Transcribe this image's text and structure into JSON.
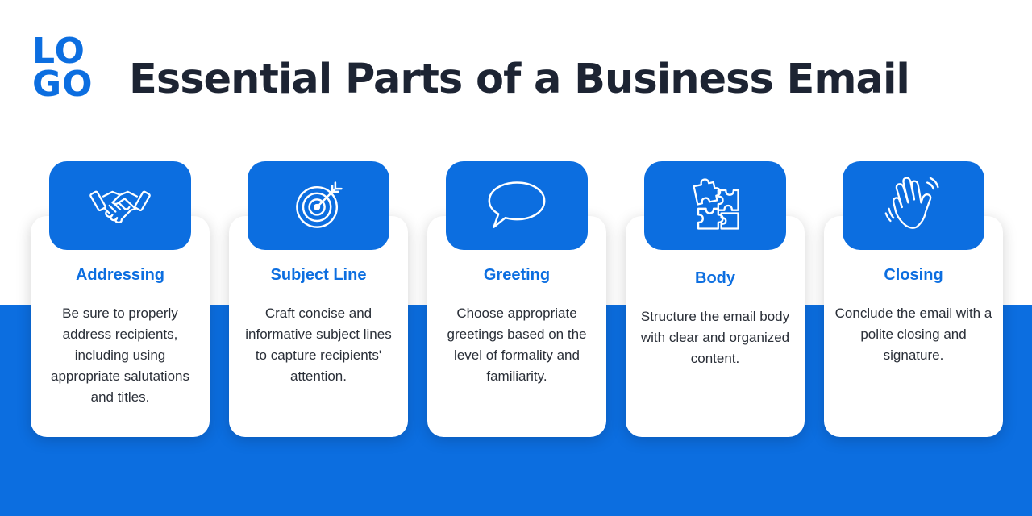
{
  "logo": {
    "line1": "LO",
    "line2": "GO"
  },
  "title": "Essential Parts of a Business Email",
  "colors": {
    "accent": "#0c6ee0",
    "title": "#1d2433",
    "text": "#2a2f38"
  },
  "cards": [
    {
      "icon": "handshake-icon",
      "title": "Addressing",
      "text": "Be sure to properly address recipients, including using appropriate salutations and titles."
    },
    {
      "icon": "target-icon",
      "title": "Subject Line",
      "text": "Craft concise and informative subject lines to capture recipients' attention."
    },
    {
      "icon": "speech-bubble-icon",
      "title": "Greeting",
      "text": "Choose appropriate greetings based on the level of formality and familiarity."
    },
    {
      "icon": "puzzle-icon",
      "title": "Body",
      "text": "Structure the email body with clear and organized content."
    },
    {
      "icon": "waving-hand-icon",
      "title": "Closing",
      "text": "Conclude the email with a polite closing and signature."
    }
  ]
}
